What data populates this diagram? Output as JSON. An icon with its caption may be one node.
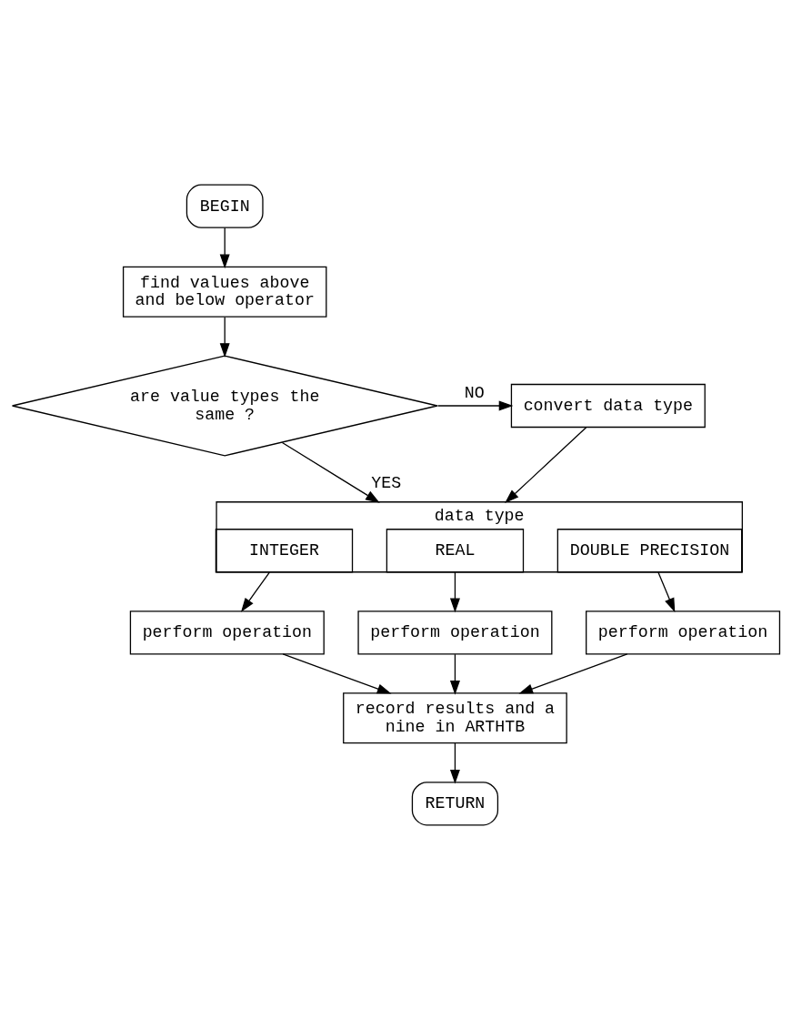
{
  "diagram": {
    "nodes": [
      {
        "text": [
          "BEGIN"
        ]
      },
      {
        "text": [
          "find values above and below operator"
        ]
      },
      {
        "text": [
          "are value types the same ?"
        ]
      },
      {
        "text": [
          "convert data type"
        ]
      },
      {
        "text": [
          "data type"
        ]
      },
      {
        "text": [
          "INTEGER"
        ],
        "in": 4
      },
      {
        "text": [
          "REAL"
        ],
        "in": 4
      },
      {
        "text": [
          "DOUBLE PRECISION"
        ],
        "in": 4
      },
      {
        "text": [
          "perform operation"
        ]
      },
      {
        "text": [
          "perform operation"
        ]
      },
      {
        "text": [
          "perform operation"
        ]
      },
      {
        "text": [
          "record results and a nine in ARTHTB"
        ]
      },
      {
        "text": [
          "RETURN"
        ]
      }
    ],
    "edges": [
      {
        "from": 0,
        "to": 1,
        "arrow": "to"
      },
      {
        "from": 1,
        "to": 2,
        "arrow": "to"
      },
      {
        "from": 2,
        "to": 3,
        "arrow": "to",
        "label": "NO"
      },
      {
        "from": 2,
        "to": 4,
        "arrow": "to",
        "label": "YES"
      },
      {
        "from": 3,
        "to": 4,
        "arrow": "to"
      },
      {
        "from": 5,
        "to": 8,
        "arrow": "to"
      },
      {
        "from": 6,
        "to": 9,
        "arrow": "to"
      },
      {
        "from": 7,
        "to": 10,
        "arrow": "to"
      },
      {
        "from": 8,
        "to": 11,
        "arrow": "to"
      },
      {
        "from": 9,
        "to": 11,
        "arrow": "to"
      },
      {
        "from": 10,
        "to": 11,
        "arrow": "to"
      },
      {
        "from": 11,
        "to": 12,
        "arrow": "to"
      }
    ]
  }
}
